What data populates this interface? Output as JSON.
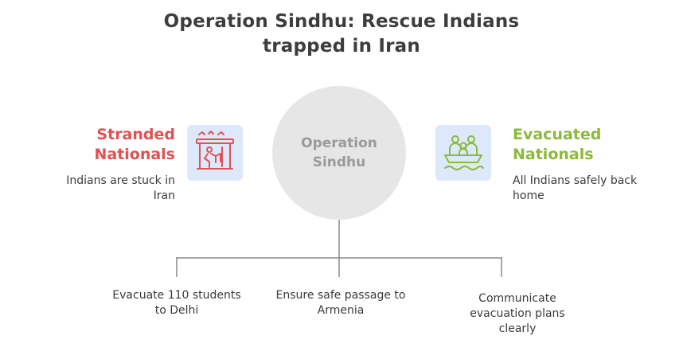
{
  "title": {
    "line1": "Operation Sindhu: Rescue Indians",
    "line2": "trapped in Iran"
  },
  "center": {
    "line1": "Operation",
    "line2": "Sindhu"
  },
  "left": {
    "title_line1": "Stranded",
    "title_line2": "Nationals",
    "desc_line1": "Indians are stuck in",
    "desc_line2": "Iran",
    "icon": "trapped-person-icon",
    "color": "#e05252"
  },
  "right": {
    "title_line1": "Evacuated",
    "title_line2": "Nationals",
    "desc_line1": "All Indians safely back",
    "desc_line2": "home",
    "icon": "people-in-boat-icon",
    "color": "#8cba3a"
  },
  "steps": [
    {
      "lines": [
        "Evacuate 110 students",
        "to Delhi"
      ]
    },
    {
      "lines": [
        "Ensure safe passage to",
        "Armenia"
      ]
    },
    {
      "lines": [
        "Communicate",
        "evacuation plans",
        "clearly"
      ]
    }
  ],
  "colors": {
    "circle": "#e6e6e6",
    "icon_bg": "#dde8fb",
    "connector": "#8a8a8a"
  }
}
